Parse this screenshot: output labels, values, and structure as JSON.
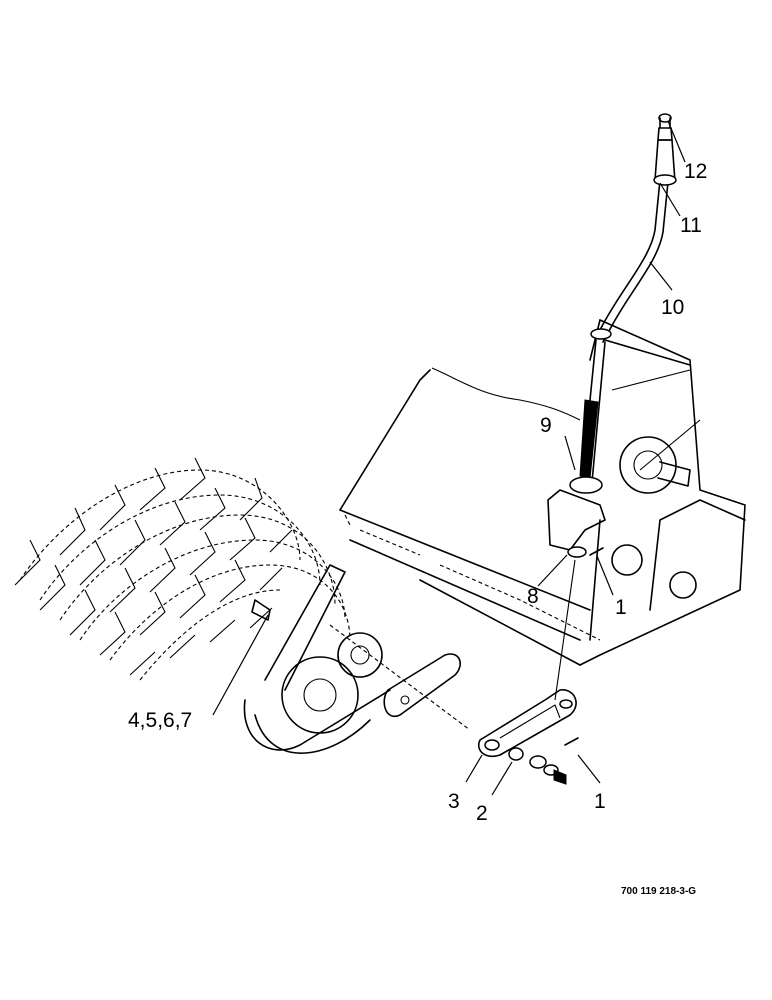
{
  "callouts": {
    "c12": "12",
    "c11": "11",
    "c10": "10",
    "c9": "9",
    "c8": "8",
    "c1a": "1",
    "c4567": "4,5,6,7",
    "c3": "3",
    "c2": "2",
    "c1b": "1"
  },
  "drawing_id": "700 119 218-3-G"
}
